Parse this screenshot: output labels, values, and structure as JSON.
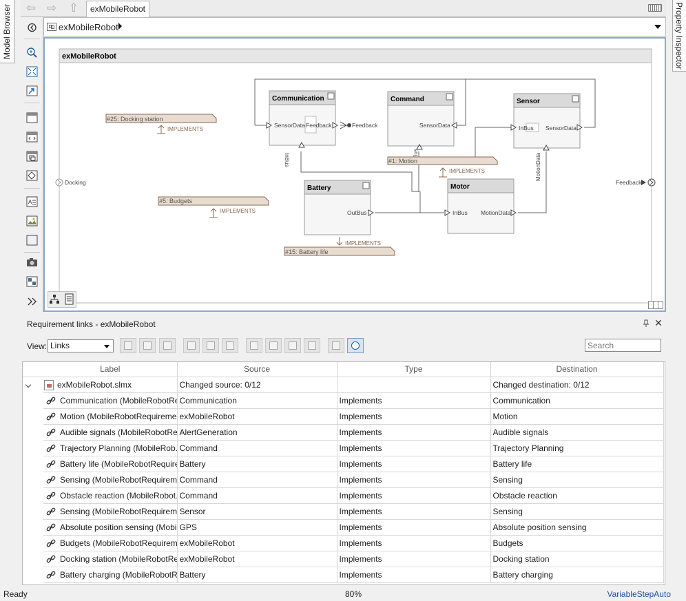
{
  "side_tabs": {
    "left": "Model Browser",
    "right": "Property Inspector"
  },
  "tab_bar": {
    "active_tab": "exMobileRobot"
  },
  "address": {
    "crumb": "exMobileRobot"
  },
  "diagram": {
    "title": "exMobileRobot",
    "components": [
      {
        "id": "communication",
        "name": "Communication"
      },
      {
        "id": "command",
        "name": "Command"
      },
      {
        "id": "sensor",
        "name": "Sensor"
      },
      {
        "id": "battery",
        "name": "Battery"
      },
      {
        "id": "motor",
        "name": "Motor"
      }
    ],
    "ports": {
      "comm_sensordata": "SensorData",
      "comm_feedback": "Feedback",
      "comm_inbus": "InBus",
      "comm_out_feedback": "Feedback",
      "cmd_sensordata": "SensorData",
      "cmd_bus": "Bus",
      "sensor_inbus": "InBus",
      "sensor_sensordata": "SensorData",
      "sensor_motiondata": "MotionData",
      "battery_outbus": "OutBus",
      "motor_inbus": "InBus",
      "motor_motiondata": "MotionData",
      "root_in": "Docking",
      "root_out": "Feedback"
    },
    "requirements": [
      {
        "id": "req25",
        "label": "#25: Docking station",
        "relation": "IMPLEMENTS"
      },
      {
        "id": "req1",
        "label": "#1: Motion",
        "relation": "IMPLEMENTS"
      },
      {
        "id": "req5",
        "label": "#5: Budgets",
        "relation": "IMPLEMENTS"
      },
      {
        "id": "req15",
        "label": "#15: Battery life",
        "relation": "IMPLEMENTS"
      }
    ]
  },
  "req_panel": {
    "title": "Requirement links - exMobileRobot",
    "view_label": "View:",
    "view_value": "Links",
    "search_placeholder": "Search",
    "columns": [
      "Label",
      "Source",
      "Type",
      "Destination"
    ],
    "root_row": {
      "label": "exMobileRobot.slmx",
      "source": "Changed source: 0/12",
      "type": "",
      "destination": "Changed destination: 0/12"
    },
    "rows": [
      {
        "label": "Communication (MobileRobotRe...",
        "source": "Communication",
        "type": "Implements",
        "destination": "Communication"
      },
      {
        "label": "Motion (MobileRobotRequireme...",
        "source": "exMobileRobot",
        "type": "Implements",
        "destination": "Motion"
      },
      {
        "label": "Audible signals (MobileRobotRe...",
        "source": "AlertGeneration",
        "type": "Implements",
        "destination": "Audible signals"
      },
      {
        "label": "Trajectory Planning (MobileRob...",
        "source": "Command",
        "type": "Implements",
        "destination": "Trajectory Planning"
      },
      {
        "label": "Battery life (MobileRobotRequire...",
        "source": "Battery",
        "type": "Implements",
        "destination": "Battery life"
      },
      {
        "label": "Sensing (MobileRobotRequirem...",
        "source": "Command",
        "type": "Implements",
        "destination": "Sensing"
      },
      {
        "label": "Obstacle reaction (MobileRobot...",
        "source": "Command",
        "type": "Implements",
        "destination": "Obstacle reaction"
      },
      {
        "label": "Sensing (MobileRobotRequirem...",
        "source": "Sensor",
        "type": "Implements",
        "destination": "Sensing"
      },
      {
        "label": "Absolute position sensing (Mobil...",
        "source": "GPS",
        "type": "Implements",
        "destination": "Absolute position sensing"
      },
      {
        "label": "Budgets (MobileRobotRequireme...",
        "source": "exMobileRobot",
        "type": "Implements",
        "destination": "Budgets"
      },
      {
        "label": "Docking station (MobileRobotRe...",
        "source": "exMobileRobot",
        "type": "Implements",
        "destination": "Docking station"
      },
      {
        "label": "Battery charging (MobileRobotR...",
        "source": "Battery",
        "type": "Implements",
        "destination": "Battery charging"
      }
    ]
  },
  "status": {
    "left": "Ready",
    "zoom": "80%",
    "solver": "VariableStepAuto"
  },
  "colors": {
    "accent": "#1f4fa0",
    "canvas_border": "#8aa8d0",
    "req_fill": "#e8dcd0",
    "req_stroke": "#8a6a50"
  }
}
